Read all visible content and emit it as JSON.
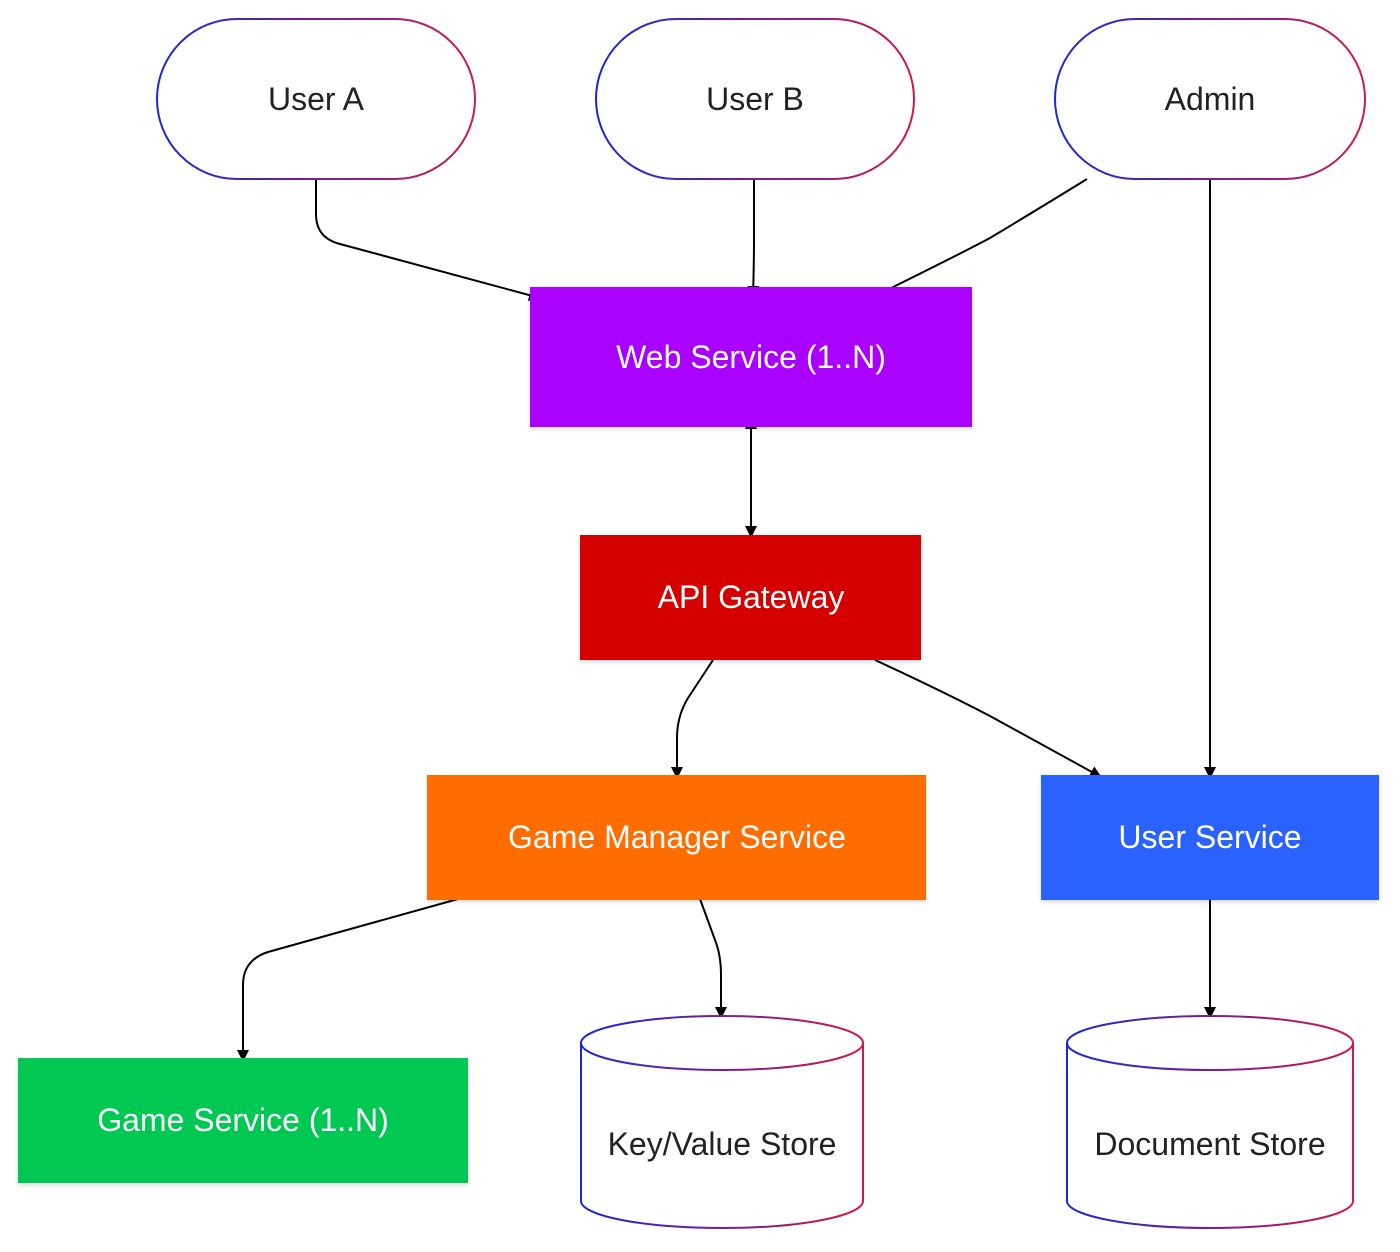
{
  "diagram": {
    "nodes": {
      "user_a": {
        "label": "User A"
      },
      "user_b": {
        "label": "User B"
      },
      "admin": {
        "label": "Admin"
      },
      "web_service": {
        "label": "Web Service (1..N)",
        "color": "#aa00ff"
      },
      "api_gateway": {
        "label": "API Gateway",
        "color": "#d50000"
      },
      "game_manager": {
        "label": "Game Manager Service",
        "color": "#ff6d00"
      },
      "user_service": {
        "label": "User Service",
        "color": "#2962ff"
      },
      "game_service": {
        "label": "Game Service (1..N)",
        "color": "#00c853"
      },
      "kv_store": {
        "label": "Key/Value Store"
      },
      "document_store": {
        "label": "Document Store"
      }
    },
    "edges": [
      {
        "from": "User A",
        "to": "Web Service (1..N)"
      },
      {
        "from": "User B",
        "to": "Web Service (1..N)"
      },
      {
        "from": "Admin",
        "to": "Web Service (1..N)"
      },
      {
        "from": "Admin",
        "to": "User Service"
      },
      {
        "from": "Web Service (1..N)",
        "to": "API Gateway",
        "bidirectional": true
      },
      {
        "from": "API Gateway",
        "to": "Game Manager Service"
      },
      {
        "from": "API Gateway",
        "to": "User Service"
      },
      {
        "from": "Game Manager Service",
        "to": "Game Service (1..N)"
      },
      {
        "from": "Game Manager Service",
        "to": "Key/Value Store"
      },
      {
        "from": "User Service",
        "to": "Document Store"
      }
    ],
    "colors": {
      "outline_start": "#1a27d6",
      "outline_end": "#d1174f",
      "edge": "#000000"
    }
  }
}
